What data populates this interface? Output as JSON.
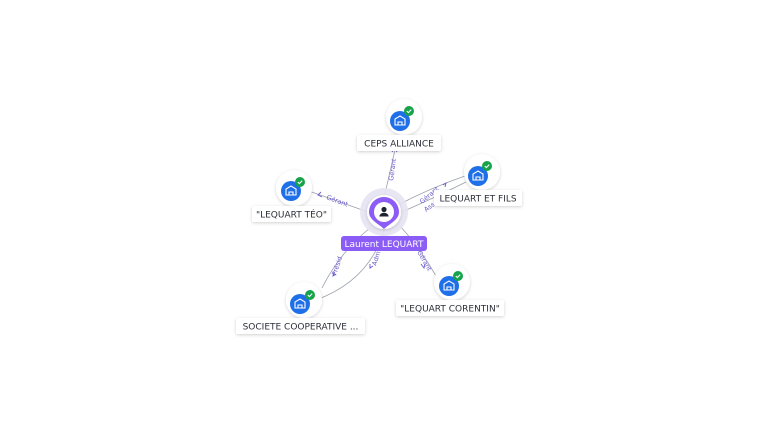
{
  "center": {
    "name": "Laurent LEQUART",
    "icon": "person-icon",
    "color": "#8b5cf6"
  },
  "colors": {
    "company_icon": "#1e6fe8",
    "verified_badge": "#17a34a",
    "edge": "#9aa0ab",
    "edge_label": "#6a5acd"
  },
  "nodes": [
    {
      "id": "ceps",
      "name": "CEPS ALLIANCE",
      "icon": "company-icon",
      "verified": true
    },
    {
      "id": "fils",
      "name": "LEQUART ET FILS",
      "icon": "company-icon",
      "verified": true
    },
    {
      "id": "teo",
      "name": "\"LEQUART TÉO\"",
      "icon": "company-icon",
      "verified": true
    },
    {
      "id": "corentin",
      "name": "\"LEQUART CORENTIN\"",
      "icon": "company-icon",
      "verified": true
    },
    {
      "id": "societe",
      "name": "SOCIETE COOPERATIVE ...",
      "icon": "company-icon",
      "verified": true
    }
  ],
  "edges": [
    {
      "to": "ceps",
      "labels": [
        "Gérant"
      ]
    },
    {
      "to": "fils",
      "labels": [
        "Gérant",
        "Asso"
      ]
    },
    {
      "to": "teo",
      "labels": [
        "Gérant"
      ]
    },
    {
      "to": "corentin",
      "labels": [
        "Gérant"
      ]
    },
    {
      "to": "societe",
      "labels": [
        "Présid",
        "Adm"
      ]
    }
  ]
}
